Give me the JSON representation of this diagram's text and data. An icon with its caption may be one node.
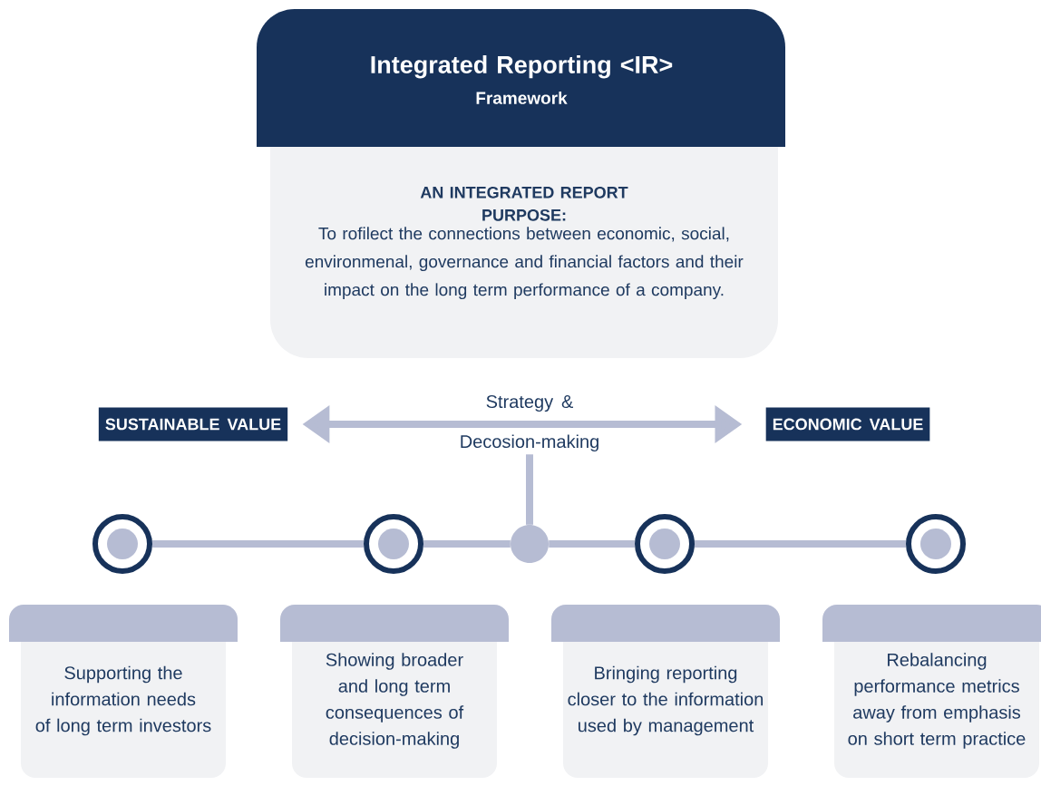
{
  "diagram": {
    "nodes": [
      {
        "text": [
          "Integrated Reporting <IR>",
          "Framework"
        ]
      },
      {
        "text": [
          "AN INTEGRATED REPORT PURPOSE:",
          "To rofilect the connections between economic, social, environmenal, governance and financial factors and their impact on the long term performance of a company."
        ]
      },
      {
        "text": [
          "SUSTAINABLE VALUE"
        ]
      },
      {
        "text": [
          "ECONOMIC VALUE"
        ]
      },
      {
        "text": [
          "Strategy &",
          "Decosion-making"
        ]
      },
      {
        "text": [],
        "shape": "circle"
      },
      {
        "text": [],
        "shape": "circle"
      },
      {
        "text": [],
        "shape": "circle"
      },
      {
        "text": [],
        "shape": "circle"
      },
      {
        "text": [],
        "shape": "circle"
      },
      {
        "text": [
          "Supporting the information needs of long term investors"
        ]
      },
      {
        "text": [
          "Showing broader and long term consequences of decision-making"
        ]
      },
      {
        "text": [
          "Bringing reporting closer to the information used by management"
        ]
      },
      {
        "text": [
          "Rebalancing performance metrics away from emphasis on short term practice"
        ]
      }
    ],
    "edges": [
      {
        "from": 2,
        "to": 3,
        "arrow": "both"
      },
      {
        "from": 4,
        "to": 7,
        "arrow": "none"
      },
      {
        "from": 5,
        "to": 6,
        "arrow": "none"
      },
      {
        "from": 6,
        "to": 7,
        "arrow": "none"
      },
      {
        "from": 7,
        "to": 8,
        "arrow": "none"
      },
      {
        "from": 8,
        "to": 9,
        "arrow": "none"
      }
    ]
  }
}
